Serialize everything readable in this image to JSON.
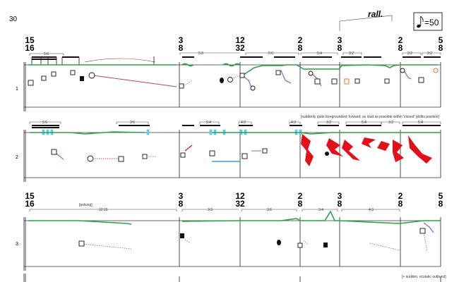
{
  "page": {
    "number": "30"
  },
  "tempo": {
    "marking": "rall.",
    "metronome_value": "50"
  },
  "time_signatures": [
    {
      "num": "15",
      "den": "16"
    },
    {
      "num": "3",
      "den": "8"
    },
    {
      "num": "12",
      "den": "32"
    },
    {
      "num": "2",
      "den": "8"
    },
    {
      "num": "3",
      "den": "8"
    },
    {
      "num": "2",
      "den": "8"
    },
    {
      "num": "5",
      "den": "8"
    }
  ],
  "systems": [
    {
      "label": "1"
    },
    {
      "label": "2",
      "direction": "[suddenly quite foregrounded; forward; as loud as possible within 'closed' glottis position]"
    },
    {
      "label": "3",
      "direction": "[pulsing]",
      "end_direction": "[+ sudden, ecstatic outburst]"
    }
  ],
  "tuplets": {
    "system1": [
      "5:6",
      "5:3",
      "5:6",
      "5:4",
      "3:2",
      "3:2",
      "3:2"
    ],
    "system2": [
      "5:6",
      "3:6",
      "5:4",
      "4:3",
      "4:3",
      "3:2",
      "5:4",
      "3:2",
      "5:4"
    ],
    "system3": [
      "12:15",
      "3:3",
      "3:6",
      "3:4",
      "4:3"
    ]
  },
  "colors": {
    "green": "#2ea043",
    "red": "#e3101a",
    "cyan": "#66d9f0",
    "violet": "#a064c8",
    "pink": "#c44060",
    "orange": "#e87a20"
  }
}
